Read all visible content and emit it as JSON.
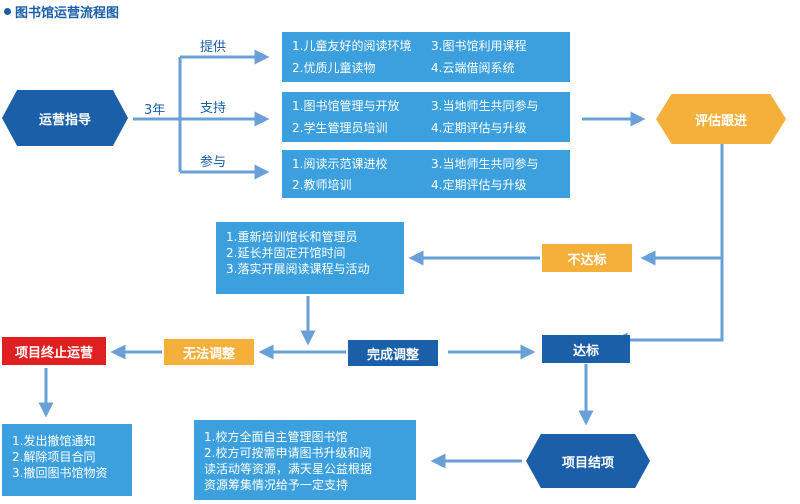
{
  "title": "图书馆运营流程图",
  "start": "运营指导",
  "duration": "3年",
  "branches": [
    "提供",
    "支持",
    "参与"
  ],
  "provide_items": [
    "1.儿童友好的阅读环境",
    "3.图书馆利用课程",
    "2.优质儿童读物",
    "4.云端借阅系统"
  ],
  "support_items": [
    "1.图书馆管理与开放",
    "3.当地师生共同参与",
    "2.学生管理员培训",
    "4.定期评估与升级"
  ],
  "participate_items": [
    "1.阅读示范课进校",
    "3.当地师生共同参与",
    "2.教师培训",
    "4.定期评估与升级"
  ],
  "evaluate": "评估跟进",
  "not_met": "不达标",
  "retrain_items": [
    "1.重新培训馆长和管理员",
    "2.延长并固定开馆时间",
    "3.落实开展阅读课程与活动"
  ],
  "met": "达标",
  "complete_adjust": "完成调整",
  "cannot_adjust": "无法调整",
  "terminate": "项目终止运营",
  "terminate_items": [
    "1.发出撤馆通知",
    "2.解除项目合同",
    "3.撤回图书馆物资"
  ],
  "project_end": "项目结项",
  "end_items": [
    "1.校方全面自主管理图书馆",
    "2.校方可按需申请图书升级和阅",
    "读活动等资源，满天星公益根据",
    "资源筹集情况给予一定支持"
  ],
  "colors": {
    "dark_blue": "#1a5fa8",
    "box_blue": "#3ba0dd",
    "arrow": "#6aa0d8",
    "orange": "#f5b03c",
    "red": "#e02020"
  }
}
